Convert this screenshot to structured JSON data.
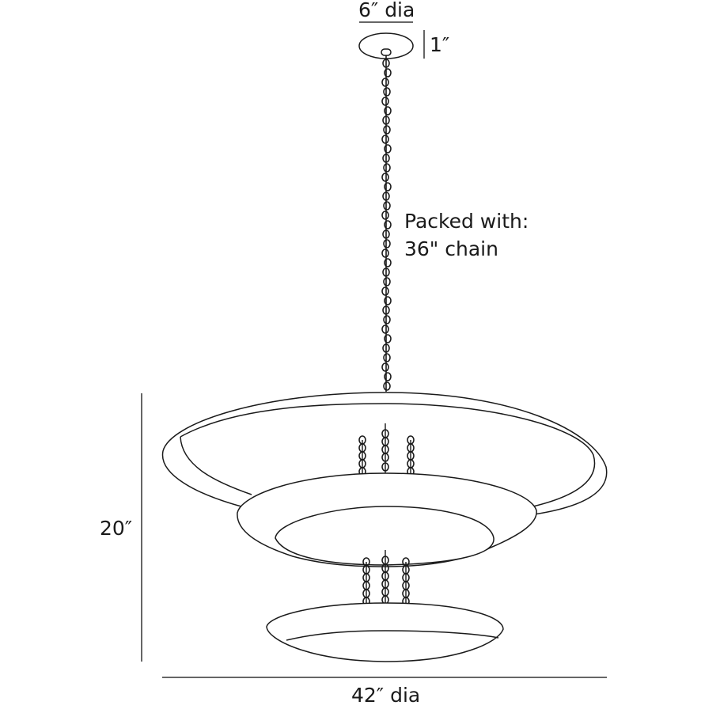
{
  "diagram": {
    "type": "dimension drawing",
    "subject": "tiered pendant chandelier",
    "dimensions": {
      "canopy_diameter": "6″ dia",
      "canopy_height": "1″",
      "overall_height": "20″",
      "overall_diameter": "42″ dia"
    },
    "note": {
      "line1": "Packed with:",
      "line2": "36\" chain"
    },
    "colors": {
      "line": "#1a1a1a",
      "background": "#ffffff"
    }
  }
}
